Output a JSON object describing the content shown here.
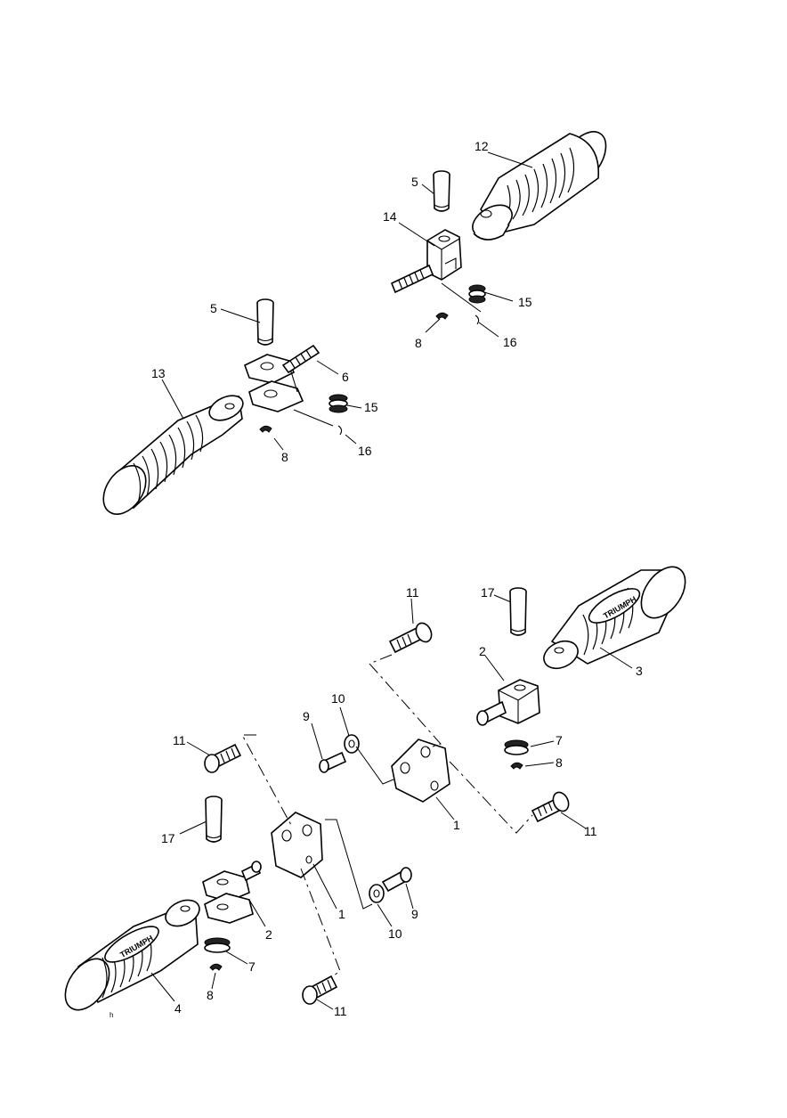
{
  "diagram": {
    "type": "exploded-parts-diagram",
    "callouts": [
      {
        "id": "c12",
        "label": "12"
      },
      {
        "id": "c5a",
        "label": "5"
      },
      {
        "id": "c14",
        "label": "14"
      },
      {
        "id": "c15a",
        "label": "15"
      },
      {
        "id": "c8a",
        "label": "8"
      },
      {
        "id": "c16a",
        "label": "16"
      },
      {
        "id": "c5b",
        "label": "5"
      },
      {
        "id": "c6",
        "label": "6"
      },
      {
        "id": "c13",
        "label": "13"
      },
      {
        "id": "c15b",
        "label": "15"
      },
      {
        "id": "c8b",
        "label": "8"
      },
      {
        "id": "c16b",
        "label": "16"
      },
      {
        "id": "c11a",
        "label": "11"
      },
      {
        "id": "c17a",
        "label": "17"
      },
      {
        "id": "c2a",
        "label": "2"
      },
      {
        "id": "c3",
        "label": "3"
      },
      {
        "id": "c10a",
        "label": "10"
      },
      {
        "id": "c9a",
        "label": "9"
      },
      {
        "id": "c11b",
        "label": "11"
      },
      {
        "id": "c7a",
        "label": "7"
      },
      {
        "id": "c8c",
        "label": "8"
      },
      {
        "id": "c1a",
        "label": "1"
      },
      {
        "id": "c11c",
        "label": "11"
      },
      {
        "id": "c17b",
        "label": "17"
      },
      {
        "id": "c1b",
        "label": "1"
      },
      {
        "id": "c9b",
        "label": "9"
      },
      {
        "id": "c2b",
        "label": "2"
      },
      {
        "id": "c10b",
        "label": "10"
      },
      {
        "id": "c7b",
        "label": "7"
      },
      {
        "id": "c8d",
        "label": "8"
      },
      {
        "id": "c4",
        "label": "4"
      },
      {
        "id": "c11d",
        "label": "11"
      }
    ],
    "grip_logo_text": "TRIUMPH",
    "corner_mark": "h"
  }
}
